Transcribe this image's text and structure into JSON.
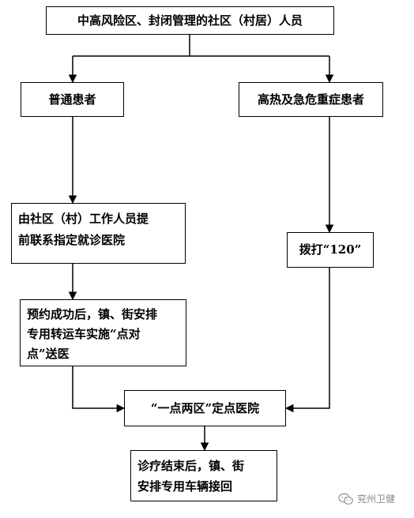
{
  "nodes": {
    "top": "中高风险区、封闭管理的社区（村居）人员",
    "ordinary": "普通患者",
    "critical": "高热及急危重症患者",
    "community_lines": [
      "由社区（村）工作人员提",
      "前联系指定就诊医院"
    ],
    "call120": "拨打“120”",
    "appointment_lines": [
      "预约成功后，镇、街安排",
      "专用转运车实施“点对",
      "点”送医"
    ],
    "hospital": "“一点两区”定点医院",
    "return_lines": [
      "诊疗结束后，镇、街",
      "安排专用车辆接回"
    ]
  },
  "watermark": {
    "icon": "wechat-logo-icon",
    "text": "兖州卫健"
  }
}
